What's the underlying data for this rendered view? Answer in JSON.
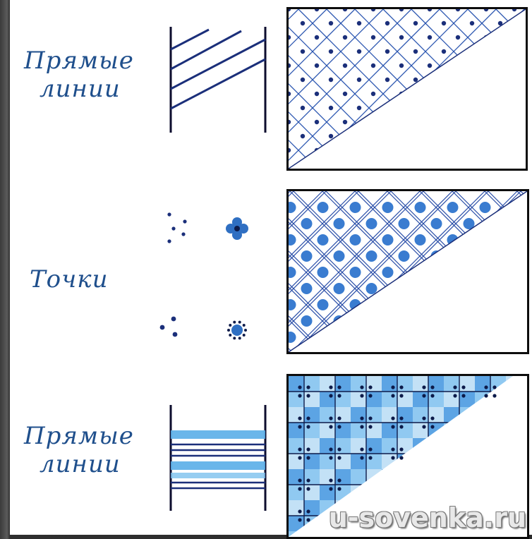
{
  "sections": [
    {
      "label_line1": "Прямые",
      "label_line2": "линии"
    },
    {
      "label_line1": "Точки"
    },
    {
      "label_line1": "Прямые",
      "label_line2": "линии"
    }
  ],
  "watermark": "u-sovenka.ru",
  "colors": {
    "ink_blue": "#1f4f8c",
    "line_navy": "#1b2f7a",
    "dot_blue": "#2f6fc2",
    "light_blue": "#5aaee8",
    "frame_black": "#0d0d0d"
  }
}
